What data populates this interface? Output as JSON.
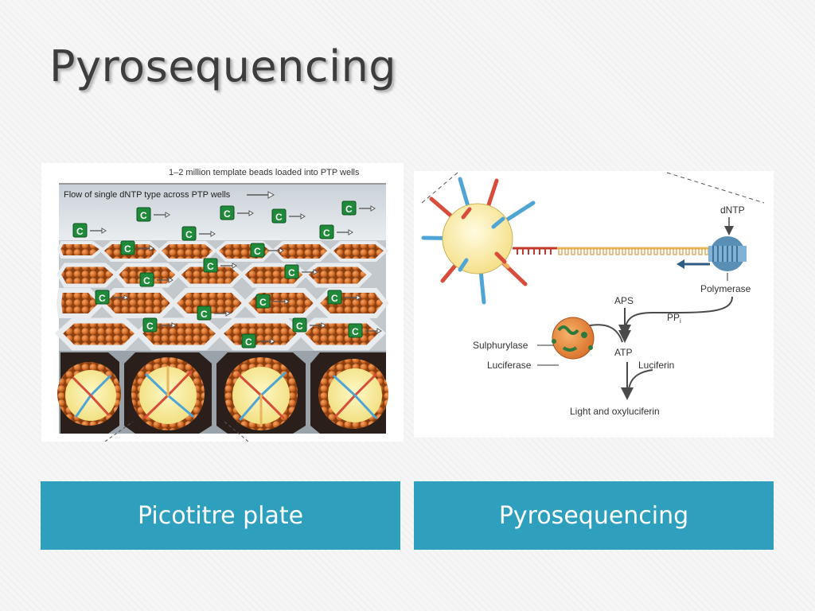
{
  "slide": {
    "title": "Pyrosequencing"
  },
  "left_figure": {
    "header_label": "1–2 million template beads loaded into PTP wells",
    "flow_label": "Flow of single dNTP type across PTP wells",
    "nucleotide_letter": "C"
  },
  "right_figure": {
    "labels": {
      "dntp": "dNTP",
      "polymerase": "Polymerase",
      "aps": "APS",
      "ppi_main": "PP",
      "ppi_sub": "i",
      "atp": "ATP",
      "sulphurylase": "Sulphurylase",
      "luciferase": "Luciferase",
      "luciferin": "Luciferin",
      "light": "Light and oxyluciferin"
    }
  },
  "captions": {
    "left": "Picotitre plate",
    "right": "Pyrosequencing"
  },
  "colors": {
    "caption_bg": "#2e9fbd",
    "bead_orange": "#d9702a",
    "nucleotide_green": "#1f8a3a",
    "template_yellow": "#f5e9a0",
    "polymerase_blue": "#5a8fb5"
  }
}
